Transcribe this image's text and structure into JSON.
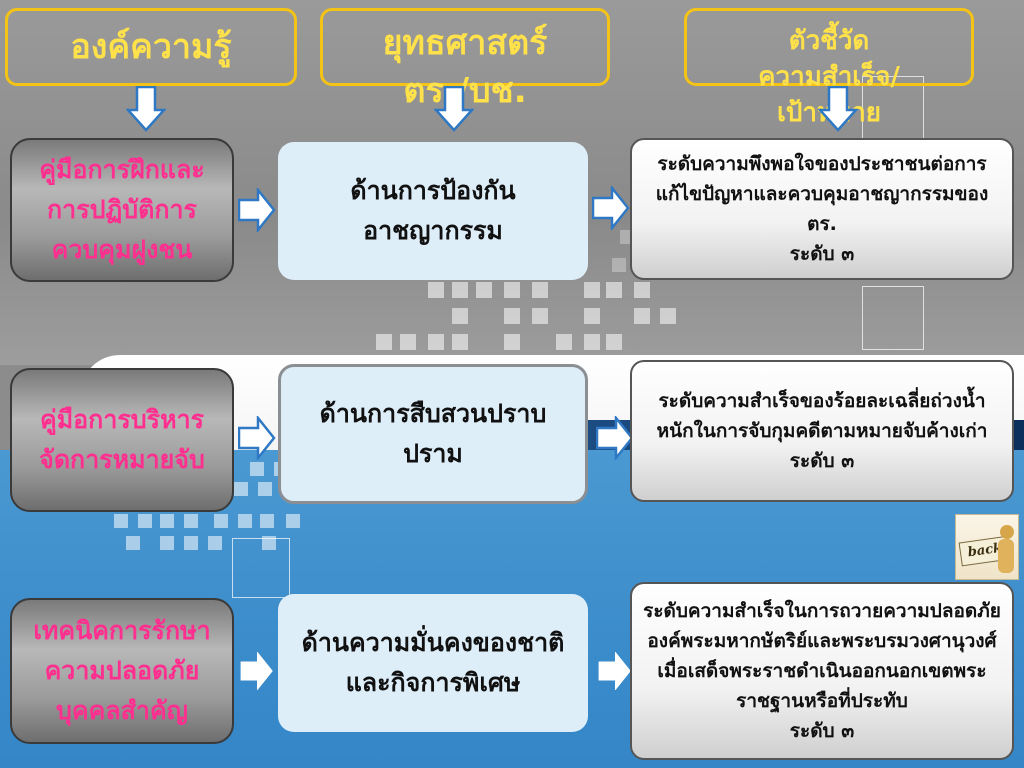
{
  "headers": {
    "knowledge": "องค์ความรู้",
    "strategy": [
      "ยุทธศาสตร์",
      "ตร./บช."
    ],
    "indicator": [
      "ตัวชี้วัด",
      "ความสำเร็จ/",
      "เป้าหมาย"
    ]
  },
  "rows": [
    {
      "knowledge": "คู่มือการฝึกและการปฏิบัติการควบคุมฝูงชน",
      "strategy": "ด้านการป้องกันอาชญากรรม",
      "indicator": "ระดับความพึงพอใจของประชาชนต่อการแก้ไขปัญหาและควบคุมอาชญากรรมของ ตร.\nระดับ ๓"
    },
    {
      "knowledge": "คู่มือการบริหารจัดการหมายจับ",
      "strategy": "ด้านการสืบสวนปราบปราม",
      "indicator": "ระดับความสำเร็จของร้อยละเฉลี่ยถ่วงน้ำหนักในการจับกุมคดีตามหมายจับค้างเก่า\nระดับ ๓"
    },
    {
      "knowledge": "เทคนิคการรักษาความปลอดภัยบุคคลสำคัญ",
      "strategy": "ด้านความมั่นคงของชาติและกิจการพิเศษ",
      "indicator": "ระดับความสำเร็จในการถวายความปลอดภัยองค์พระมหากษัตริย์และพระบรมวงศานุวงศ์ เมื่อเสด็จพระราชดำเนินออกนอกเขตพระราชฐานหรือที่ประทับ\nระดับ ๓"
    }
  ],
  "back_button": {
    "label": "back",
    "icon": "back-sign-icon"
  },
  "colors": {
    "header_border": "#f3c316",
    "header_text": "#ffe14a",
    "knowledge_text": "#ff2f8f",
    "arrow_fill": "#ffffff",
    "arrow_stroke": "#2f78c4"
  }
}
